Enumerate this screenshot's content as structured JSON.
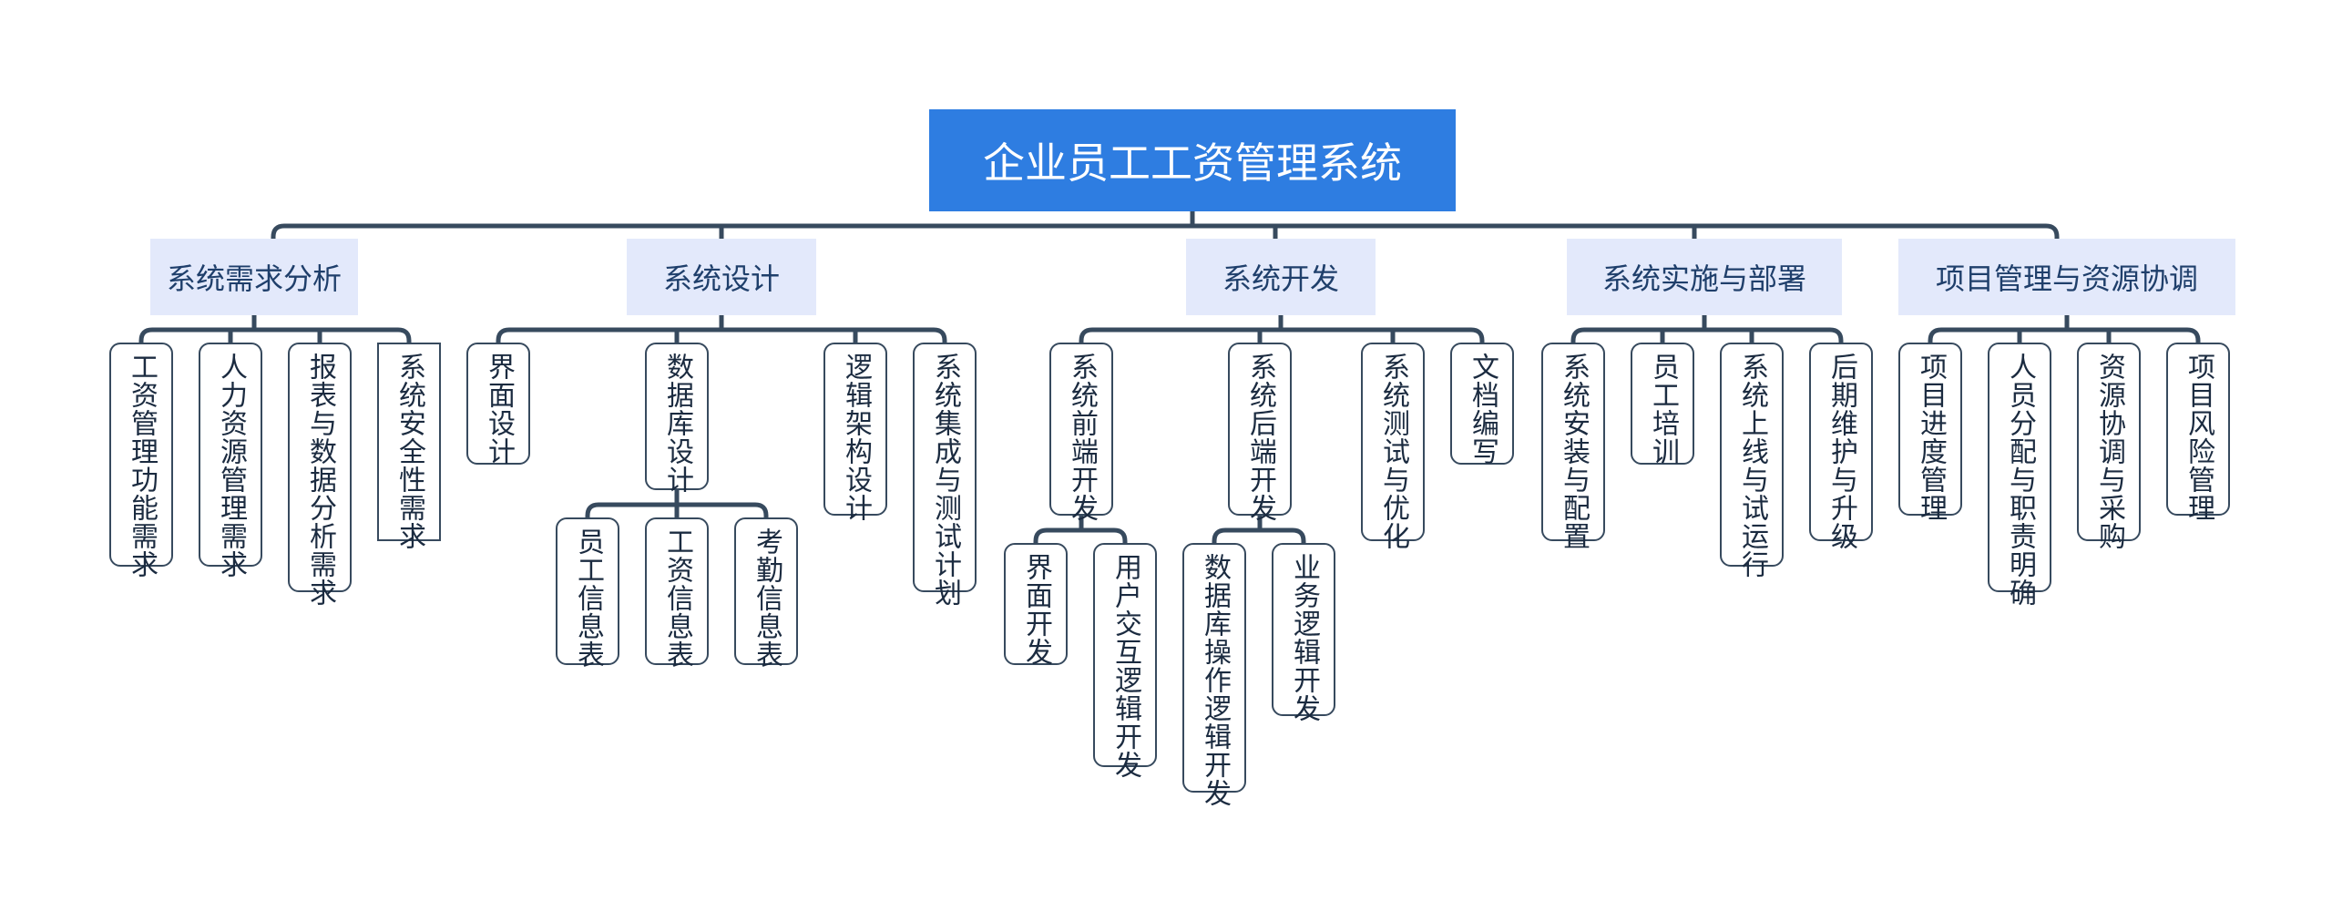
{
  "root": {
    "label": "企业员工工资管理系统"
  },
  "branches": [
    {
      "label": "系统需求分析",
      "children": [
        {
          "label": "工资管理功能需求"
        },
        {
          "label": "人力资源管理需求"
        },
        {
          "label": "报表与数据分析需求"
        },
        {
          "label": "系统安全性需求"
        }
      ]
    },
    {
      "label": "系统设计",
      "children": [
        {
          "label": "界面设计"
        },
        {
          "label": "数据库设计",
          "children": [
            {
              "label": "员工信息表"
            },
            {
              "label": "工资信息表"
            },
            {
              "label": "考勤信息表"
            }
          ]
        },
        {
          "label": "逻辑架构设计"
        },
        {
          "label": "系统集成与测试计划"
        }
      ]
    },
    {
      "label": "系统开发",
      "children": [
        {
          "label": "系统前端开发",
          "children": [
            {
              "label": "界面开发"
            },
            {
              "label": "用户交互逻辑开发"
            }
          ]
        },
        {
          "label": "系统后端开发",
          "children": [
            {
              "label": "数据库操作逻辑开发"
            },
            {
              "label": "业务逻辑开发"
            }
          ]
        },
        {
          "label": "系统测试与优化"
        },
        {
          "label": "文档编写"
        }
      ]
    },
    {
      "label": "系统实施与部署",
      "children": [
        {
          "label": "系统安装与配置"
        },
        {
          "label": "员工培训"
        },
        {
          "label": "系统上线与试运行"
        },
        {
          "label": "后期维护与升级"
        }
      ]
    },
    {
      "label": "项目管理与资源协调",
      "children": [
        {
          "label": "项目进度管理"
        },
        {
          "label": "人员分配与职责明确"
        },
        {
          "label": "资源协调与采购"
        },
        {
          "label": "项目风险管理"
        }
      ]
    }
  ]
}
